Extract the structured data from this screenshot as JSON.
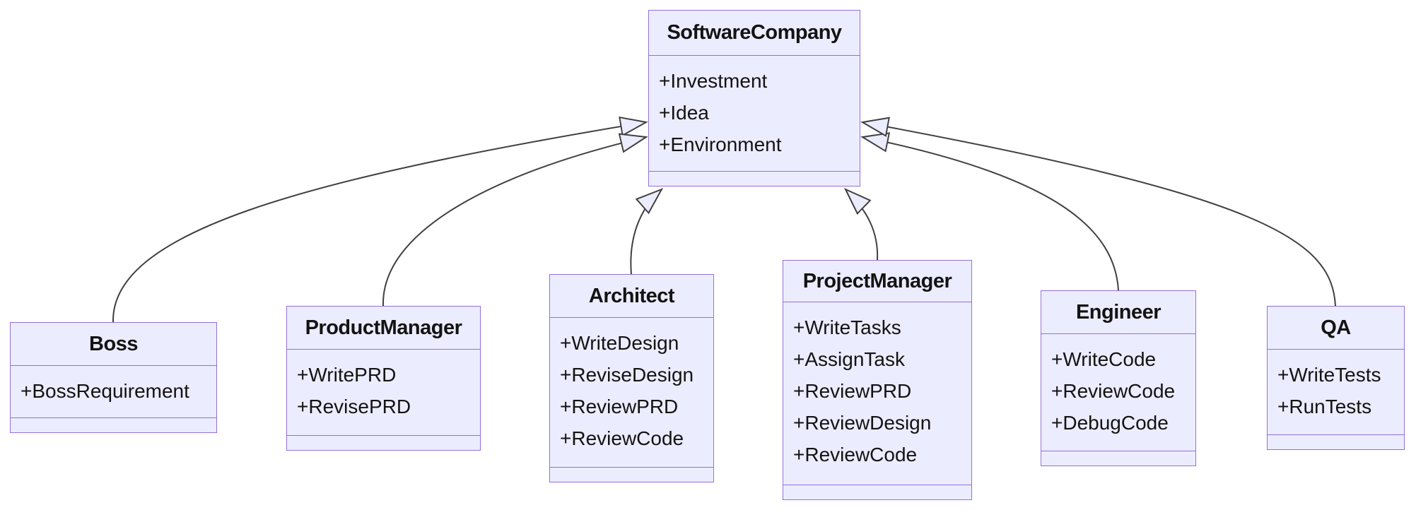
{
  "diagram": {
    "kind": "uml-class-diagram",
    "colors": {
      "node_fill": "#ECECFF",
      "node_border": "#9370DB",
      "edge_line": "#404040",
      "text": "#131313",
      "background": "#ffffff"
    },
    "classes": {
      "softwarecompany": {
        "name": "SoftwareCompany",
        "members": [
          "+Investment",
          "+Idea",
          "+Environment"
        ]
      },
      "boss": {
        "name": "Boss",
        "members": [
          "+BossRequirement"
        ]
      },
      "productmanager": {
        "name": "ProductManager",
        "members": [
          "+WritePRD",
          "+RevisePRD"
        ]
      },
      "architect": {
        "name": "Architect",
        "members": [
          "+WriteDesign",
          "+ReviseDesign",
          "+ReviewPRD",
          "+ReviewCode"
        ]
      },
      "projectmanager": {
        "name": "ProjectManager",
        "members": [
          "+WriteTasks",
          "+AssignTask",
          "+ReviewPRD",
          "+ReviewDesign",
          "+ReviewCode"
        ]
      },
      "engineer": {
        "name": "Engineer",
        "members": [
          "+WriteCode",
          "+ReviewCode",
          "+DebugCode"
        ]
      },
      "qa": {
        "name": "QA",
        "members": [
          "+WriteTests",
          "+RunTests"
        ]
      }
    },
    "relations": [
      {
        "from": "Boss",
        "to": "SoftwareCompany",
        "type": "inheritance"
      },
      {
        "from": "ProductManager",
        "to": "SoftwareCompany",
        "type": "inheritance"
      },
      {
        "from": "Architect",
        "to": "SoftwareCompany",
        "type": "inheritance"
      },
      {
        "from": "ProjectManager",
        "to": "SoftwareCompany",
        "type": "inheritance"
      },
      {
        "from": "Engineer",
        "to": "SoftwareCompany",
        "type": "inheritance"
      },
      {
        "from": "QA",
        "to": "SoftwareCompany",
        "type": "inheritance"
      }
    ]
  }
}
